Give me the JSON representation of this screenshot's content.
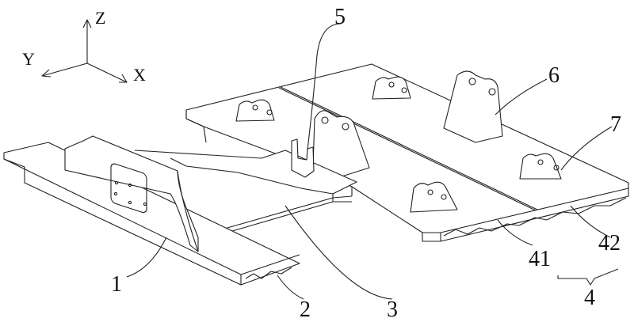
{
  "axes": {
    "z": "Z",
    "y": "Y",
    "x": "X"
  },
  "labels": {
    "l1": "1",
    "l2": "2",
    "l3": "3",
    "l4": "4",
    "l41": "41",
    "l42": "42",
    "l5": "5",
    "l6": "6",
    "l7": "7"
  }
}
